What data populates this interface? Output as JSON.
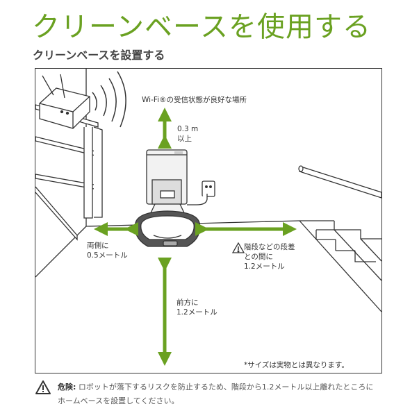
{
  "page": {
    "title": "クリーンベースを使用する",
    "subtitle": "クリーンベースを設置する"
  },
  "figure": {
    "wifi_label": "Wi-Fi®の受信状態が良好な場所",
    "top_clearance_1": "0.3 m",
    "top_clearance_2": "以上",
    "sides_1": "両側に",
    "sides_2": "0.5メートル",
    "stairs_1": "階段などの段差",
    "stairs_2": "との間に",
    "stairs_3": "1.2メートル",
    "front_1": "前方に",
    "front_2": "1.2メートル",
    "note": "*サイズは実物とは異なります。"
  },
  "warning": {
    "heading": "危険:",
    "text": " ロボットが落下するリスクを防止するため、階段から1.2メートル以上離れたところにホームベースを設置してください。"
  },
  "colors": {
    "title_green": "#6aa121",
    "arrow_green": "#6aa121"
  }
}
